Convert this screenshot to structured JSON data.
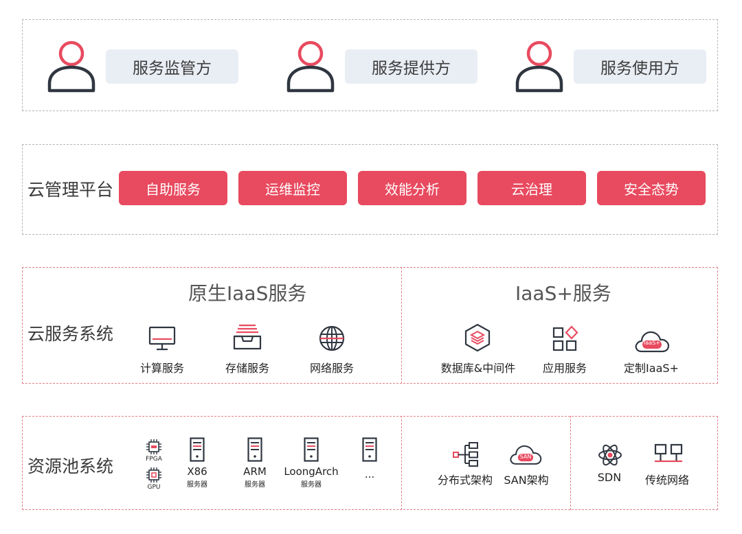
{
  "roles": [
    {
      "label": "服务监管方",
      "icon": "person-icon"
    },
    {
      "label": "服务提供方",
      "icon": "person-icon"
    },
    {
      "label": "服务使用方",
      "icon": "person-icon"
    }
  ],
  "management": {
    "label": "云管理平台",
    "pills": [
      "自助服务",
      "运维监控",
      "效能分析",
      "云治理",
      "安全态势"
    ]
  },
  "service_system": {
    "label": "云服务系统",
    "native": {
      "title": "原生IaaS服务",
      "items": [
        {
          "label": "计算服务",
          "icon": "monitor-icon"
        },
        {
          "label": "存储服务",
          "icon": "storage-tray-icon"
        },
        {
          "label": "网络服务",
          "icon": "globe-icon"
        }
      ]
    },
    "plus": {
      "title": "IaaS+服务",
      "items": [
        {
          "label": "数据库&中间件",
          "icon": "database-layers-icon"
        },
        {
          "label": "应用服务",
          "icon": "app-grid-icon"
        },
        {
          "label": "定制IaaS+",
          "icon": "cloud-badge-icon",
          "badge": "IaaS+"
        }
      ]
    }
  },
  "resource_pool": {
    "label": "资源池系统",
    "chips": [
      {
        "label": "FPGA",
        "icon": "fpga-chip-icon"
      },
      {
        "label": "GPU",
        "icon": "gpu-chip-icon"
      }
    ],
    "servers": [
      {
        "name": "X86",
        "sub": "服务器"
      },
      {
        "name": "ARM",
        "sub": "服务器"
      },
      {
        "name": "LoongArch",
        "sub": "服务器"
      },
      {
        "name": "...",
        "sub": ""
      }
    ],
    "storage": [
      {
        "label": "分布式架构",
        "icon": "distributed-tree-icon"
      },
      {
        "label": "SAN架构",
        "icon": "cloud-badge-icon",
        "badge": "SAN"
      }
    ],
    "network": [
      {
        "label": "SDN",
        "icon": "atom-icon"
      },
      {
        "label": "传统网络",
        "icon": "network-switch-icon"
      }
    ]
  },
  "colors": {
    "accent": "#e84a5f",
    "dark": "#2f3640",
    "role_bg": "#e9edf4",
    "gray_border": "#b5b5b5",
    "red_border": "#e57e86"
  }
}
